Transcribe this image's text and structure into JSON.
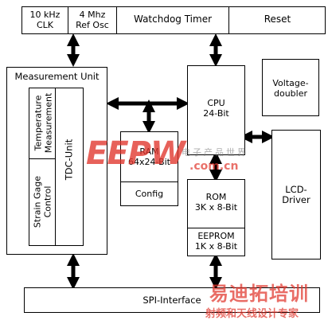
{
  "top_bar": {
    "clk_line1": "10 kHz",
    "clk_line2": "CLK",
    "osc_line1": "4 Mhz",
    "osc_line2": "Ref Osc",
    "watchdog": "Watchdog Timer",
    "reset": "Reset"
  },
  "measurement_unit": {
    "title": "Measurement Unit",
    "temperature_line1": "Temperature",
    "temperature_line2": "Measurement",
    "strain_line1": "Strain Gage",
    "strain_line2": "Control",
    "tdc": "TDC-Unit"
  },
  "ram": {
    "line1": "RAM",
    "line2": "64x24-Bit"
  },
  "config": "Config",
  "cpu": {
    "line1": "CPU",
    "line2": "24-Bit"
  },
  "voltage": {
    "line1": "Voltage-",
    "line2": "doubler"
  },
  "lcd": {
    "line1": "LCD-",
    "line2": "Driver"
  },
  "rom": {
    "line1": "ROM",
    "line2": "3K x 8-Bit"
  },
  "eeprom": {
    "line1": "EEPROM",
    "line2": "1K x 8-Bit"
  },
  "spi": "SPI-Interface",
  "watermarks": {
    "eepw": "EEPW",
    "eepw_cn": "电子产品世界",
    "eepw_url": ".com.cn",
    "bottom_cn1": "易迪拓培训",
    "bottom_cn2": "射频和天线设计专家"
  },
  "colors": {
    "line": "#000000",
    "watermark_red": "#e0342b"
  }
}
